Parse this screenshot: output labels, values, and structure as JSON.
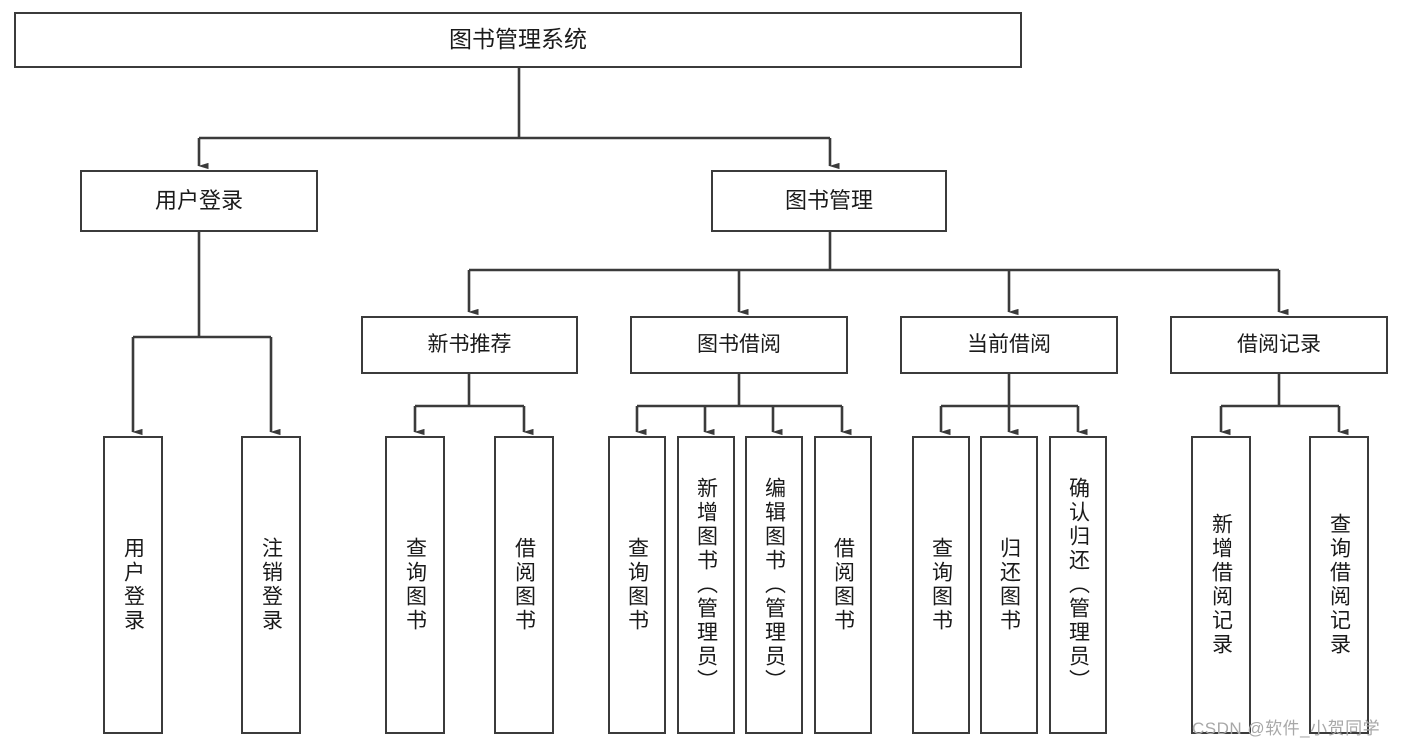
{
  "diagram": {
    "title": "图书管理系统",
    "type": "hierarchy-tree",
    "root": {
      "label": "图书管理系统"
    },
    "level1": [
      {
        "label": "用户登录"
      },
      {
        "label": "图书管理"
      }
    ],
    "level2": [
      {
        "label": "新书推荐"
      },
      {
        "label": "图书借阅"
      },
      {
        "label": "当前借阅"
      },
      {
        "label": "借阅记录"
      }
    ],
    "leaves": {
      "user_login": [
        {
          "label": "用户登录"
        },
        {
          "label": "注销登录"
        }
      ],
      "new_book_recommend": [
        {
          "label": "查询图书"
        },
        {
          "label": "借阅图书"
        }
      ],
      "book_borrow": [
        {
          "label": "查询图书"
        },
        {
          "label": "新增图书（管理员）"
        },
        {
          "label": "编辑图书（管理员）"
        },
        {
          "label": "借阅图书"
        }
      ],
      "current_borrow": [
        {
          "label": "查询图书"
        },
        {
          "label": "归还图书"
        },
        {
          "label": "确认归还（管理员）"
        }
      ],
      "borrow_record": [
        {
          "label": "新增借阅记录"
        },
        {
          "label": "查询借阅记录"
        }
      ]
    }
  },
  "watermark": {
    "text": "CSDN @软件_小贺同学"
  },
  "colors": {
    "box_border": "#3b3b3b",
    "box_fill": "#ffffff",
    "connector": "#3b3b3b",
    "text": "#1a1a1a",
    "watermark": "#a8a8a8",
    "background": "#ffffff"
  }
}
